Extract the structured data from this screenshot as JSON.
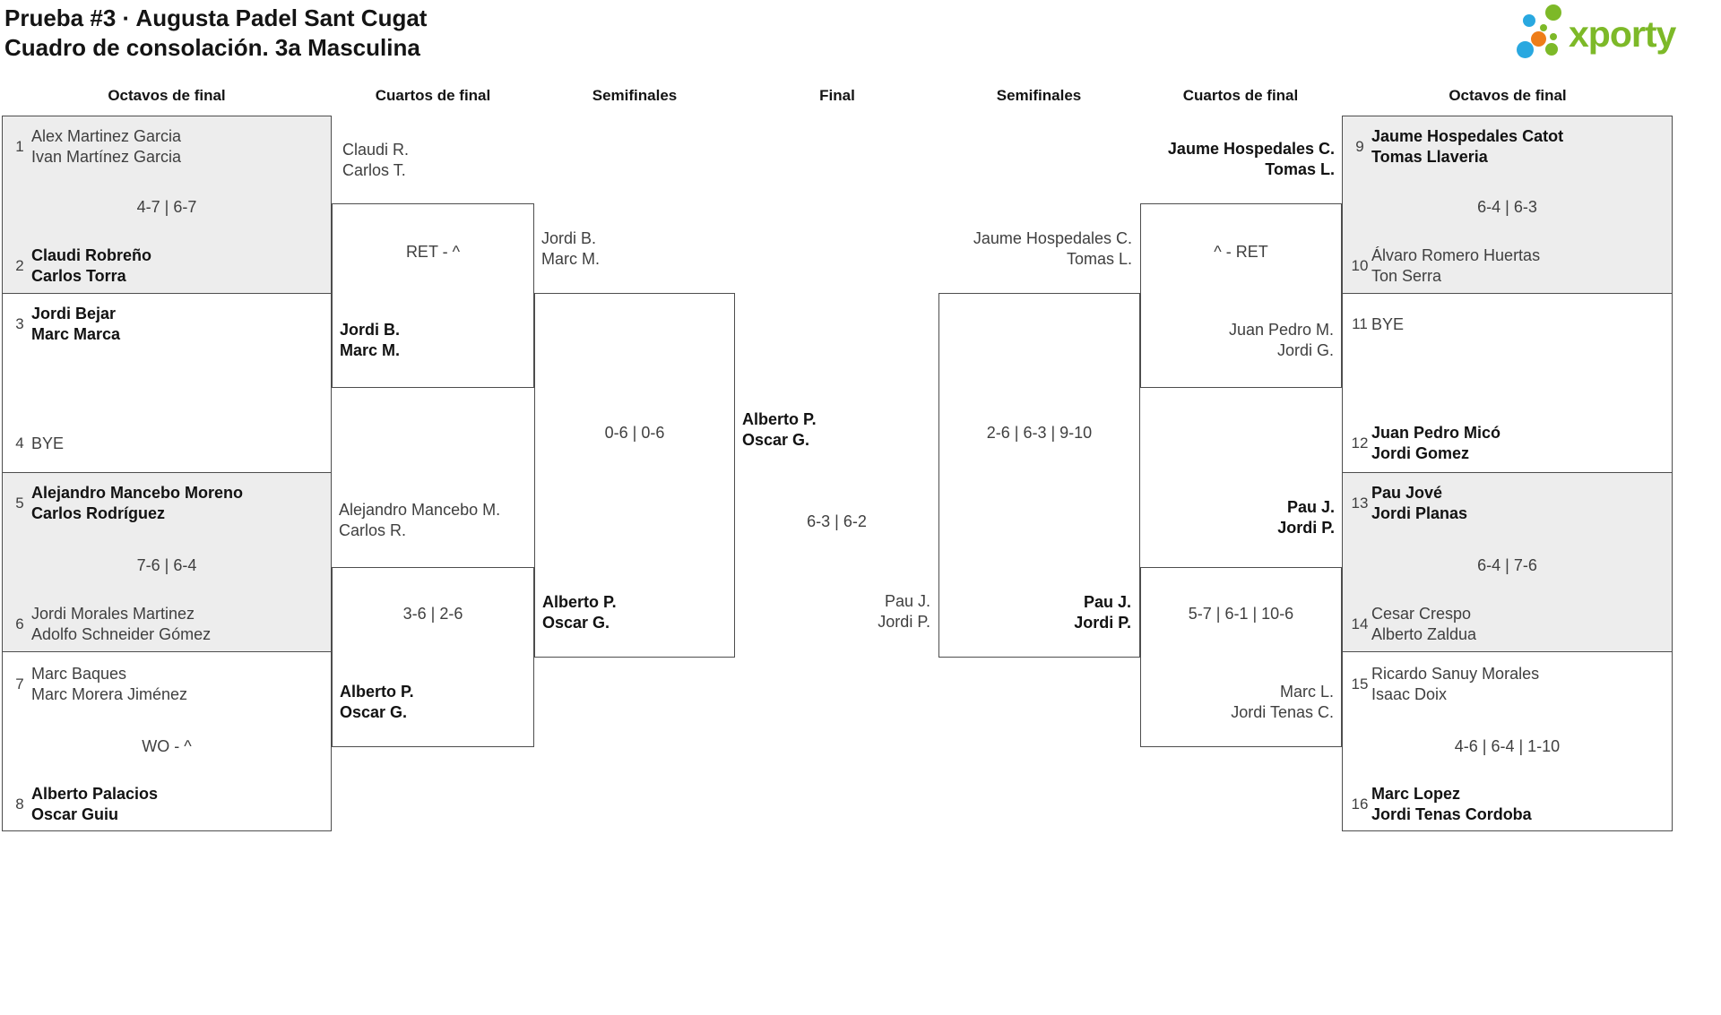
{
  "title": {
    "line1": "Prueba #3 · Augusta Padel Sant Cugat",
    "line2": "Cuadro de consolación. 3a Masculina"
  },
  "logo": {
    "text": "xporty"
  },
  "colors": {
    "brand_green": "#7db928",
    "brand_blue": "#29a8e0",
    "brand_orange": "#ee7d18",
    "box_gray": "#ededed",
    "border": "#4d4d4d"
  },
  "rounds": {
    "octavos_left": "Octavos de final",
    "cuartos_left": "Cuartos de final",
    "semis_left": "Semifinales",
    "final": "Final",
    "semis_right": "Semifinales",
    "cuartos_right": "Cuartos de final",
    "octavos_right": "Octavos de final"
  },
  "octavos_left": {
    "matches": [
      {
        "top": {
          "seed": "1",
          "line1": "Alex Martinez Garcia",
          "line2": "Ivan Martínez Garcia"
        },
        "score": "4-7 | 6-7",
        "bottom": {
          "seed": "2",
          "line1": "Claudi Robreño",
          "line2": "Carlos Torra"
        }
      },
      {
        "top": {
          "seed": "3",
          "line1": "Jordi Bejar",
          "line2": "Marc Marca"
        },
        "score": "",
        "bottom": {
          "seed": "4",
          "line1": "BYE",
          "line2": ""
        }
      },
      {
        "top": {
          "seed": "5",
          "line1": "Alejandro Mancebo Moreno",
          "line2": "Carlos Rodríguez"
        },
        "score": "7-6 | 6-4",
        "bottom": {
          "seed": "6",
          "line1": "Jordi Morales Martinez",
          "line2": "Adolfo Schneider Gómez"
        }
      },
      {
        "top": {
          "seed": "7",
          "line1": "Marc Baques",
          "line2": "Marc Morera Jiménez"
        },
        "score": "WO - ^",
        "bottom": {
          "seed": "8",
          "line1": "Alberto Palacios",
          "line2": "Oscar Guiu"
        }
      }
    ]
  },
  "cuartos_left": {
    "match1": {
      "team_top": {
        "line1": "Claudi R.",
        "line2": "Carlos T."
      },
      "score": "RET - ^",
      "team_bottom": {
        "line1": "Jordi B.",
        "line2": "Marc M."
      }
    },
    "match2": {
      "team_top": {
        "line1": "Alejandro Mancebo M.",
        "line2": "Carlos R."
      },
      "score": "3-6 | 2-6",
      "team_bottom": {
        "line1": "Alberto P.",
        "line2": "Oscar G."
      }
    }
  },
  "semis_left": {
    "team_top": {
      "line1": "Jordi B.",
      "line2": "Marc M."
    },
    "score": "0-6 | 0-6",
    "team_bottom": {
      "line1": "Alberto P.",
      "line2": "Oscar G."
    }
  },
  "final": {
    "team_top": {
      "line1": "Alberto P.",
      "line2": "Oscar G."
    },
    "score": "6-3 | 6-2",
    "team_bottom": {
      "line1": "Pau J.",
      "line2": "Jordi P."
    }
  },
  "semis_right": {
    "team_top": {
      "line1": "Jaume Hospedales C.",
      "line2": "Tomas L."
    },
    "score": "2-6 | 6-3 | 9-10",
    "team_bottom": {
      "line1": "Pau J.",
      "line2": "Jordi P."
    }
  },
  "cuartos_right": {
    "match1": {
      "team_top": {
        "line1": "Jaume Hospedales C.",
        "line2": "Tomas L."
      },
      "score": "^ - RET",
      "team_bottom": {
        "line1": "Juan Pedro M.",
        "line2": "Jordi G."
      }
    },
    "match2": {
      "team_top": {
        "line1": "Pau J.",
        "line2": "Jordi P."
      },
      "score": "5-7 | 6-1 | 10-6",
      "team_bottom": {
        "line1": "Marc L.",
        "line2": "Jordi Tenas C."
      }
    }
  },
  "octavos_right": {
    "matches": [
      {
        "top": {
          "seed": "9",
          "line1": "Jaume Hospedales Catot",
          "line2": "Tomas Llaveria"
        },
        "score": "6-4 | 6-3",
        "bottom": {
          "seed": "10",
          "line1": "Álvaro Romero Huertas",
          "line2": "Ton Serra"
        }
      },
      {
        "top": {
          "seed": "11",
          "line1": "BYE",
          "line2": ""
        },
        "score": "",
        "bottom": {
          "seed": "12",
          "line1": "Juan Pedro Micó",
          "line2": "Jordi Gomez"
        }
      },
      {
        "top": {
          "seed": "13",
          "line1": "Pau Jové",
          "line2": "Jordi Planas"
        },
        "score": "6-4 | 7-6",
        "bottom": {
          "seed": "14",
          "line1": "Cesar Crespo",
          "line2": "Alberto Zaldua"
        }
      },
      {
        "top": {
          "seed": "15",
          "line1": "Ricardo Sanuy Morales",
          "line2": "Isaac Doix"
        },
        "score": "4-6 | 6-4 | 1-10",
        "bottom": {
          "seed": "16",
          "line1": "Marc Lopez",
          "line2": "Jordi Tenas Cordoba"
        }
      }
    ]
  }
}
